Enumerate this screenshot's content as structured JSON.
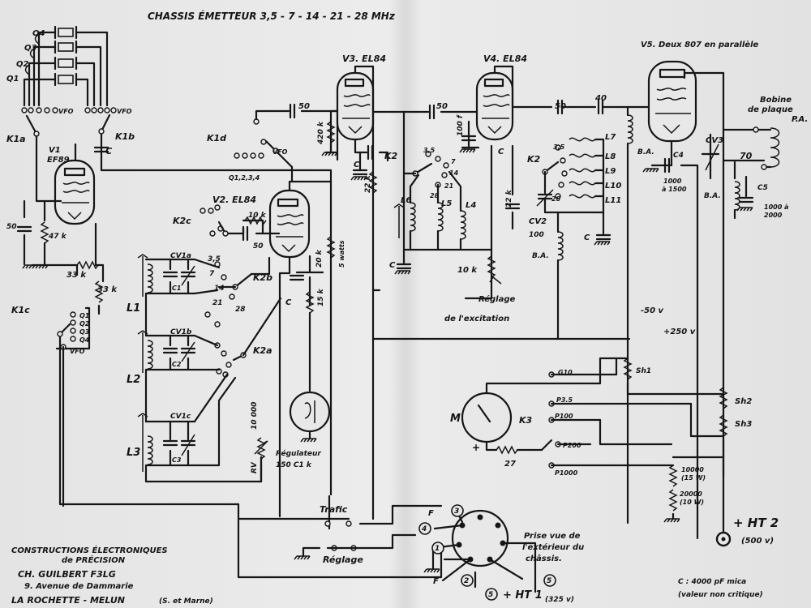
{
  "title": "CHASSIS ÉMETTEUR   3,5 - 7 - 14 - 21 - 28 MHz",
  "v5_caption": "V5. Deux 807 en parallèle",
  "bobine": [
    "Bobine",
    "de plaque",
    "P.A."
  ],
  "tubes": {
    "v1": "V1",
    "v1_type": "EF89",
    "v2": "V2. EL84",
    "v3": "V3. EL84",
    "v4": "V4. EL84"
  },
  "crystals": [
    "Q4",
    "Q3",
    "Q2",
    "Q1"
  ],
  "switches": {
    "k1a": "K1a",
    "k1b": "K1b",
    "k1c": "K1c",
    "k1d": "K1d",
    "k2a": "K2a",
    "k2b": "K2b",
    "k2c": "K2c",
    "k2d": "K2",
    "k2e": "K2",
    "k3": "K3"
  },
  "vfo": "VFO",
  "q_positions": "Q1,2,3,4",
  "q_list": [
    "Q1",
    "Q2",
    "Q3",
    "Q4"
  ],
  "coils": {
    "l1": "L1",
    "l2": "L2",
    "l3": "L3",
    "l4": "L4",
    "l5": "L5",
    "l6": "L6",
    "l7": "L7",
    "l8": "L8",
    "l9": "L9",
    "l10": "L10",
    "l11": "L11"
  },
  "bands": [
    "3,5",
    "7",
    "14",
    "21",
    "28"
  ],
  "variable_caps": {
    "cv1a": "CV1a",
    "cv1b": "CV1b",
    "cv1c": "CV1c",
    "cv2": "CV2",
    "cv2_value": "100",
    "cv3": "CV3",
    "cv3_value": "70"
  },
  "fixed_caps": {
    "c1": "C1",
    "c2": "C2",
    "c3": "C3",
    "c4": "C4",
    "c4_value": [
      "1000",
      "à 1500"
    ],
    "c5": "C5",
    "c5_value": [
      "1000 à",
      "2000"
    ],
    "c": "C",
    "cap_50": "50",
    "cap_100": "100 f",
    "cap_40": "40"
  },
  "resistors": {
    "r_33k": "33 k",
    "r_47k": "47 k",
    "r_10k_grid": "10 k",
    "r_20k": "20 k",
    "r_20k_note": "5 watts",
    "r_420k": "420 k",
    "r_22k": "22 k",
    "r_22k_b": "22 k",
    "r_10k_exc": "10 k",
    "r_15k": "15 k",
    "r_10000": "10 000",
    "rv": "RV",
    "r_27": "27",
    "r_10000_15w": [
      "10000",
      "(15 W)"
    ],
    "r_20000_10w": [
      "20000",
      "(10 W)"
    ]
  },
  "chokes": {
    "ba": "B.A.",
    "sh1": "Sh1",
    "sh2": "Sh2",
    "sh3": "Sh3"
  },
  "reglage_excitation": [
    "Réglage",
    "de l'excitation"
  ],
  "regulateur": [
    "Régulateur",
    "150 C1 k"
  ],
  "meter": {
    "label": "M",
    "plus": "+",
    "minus": "-"
  },
  "meter_positions": [
    "G10",
    "P3.5",
    "P100",
    "P200",
    "P1000"
  ],
  "supplies": {
    "minus50": "-50 v",
    "plus250": "+250 v",
    "ht2": "+ HT 2",
    "ht2_value": "(500 v)",
    "ht1": "+ HT 1",
    "ht1_value": "(325 v)"
  },
  "trafic": "Trafic",
  "reglage": "Réglage",
  "socket": {
    "caption": [
      "Prise vue de",
      "l'extérieur du",
      "châssis."
    ],
    "pins": [
      "1",
      "2",
      "3",
      "4",
      "5"
    ],
    "f": "F"
  },
  "note": [
    "C : 4000 pF mica",
    "(valeur non critique)"
  ],
  "maker": [
    "CONSTRUCTIONS ÉLECTRONIQUES",
    "de PRÉCISION",
    "CH. GUILBERT   F3LG",
    "9. Avenue de Dammarie",
    "LA ROCHETTE - MELUN",
    "(S. et Marne)"
  ]
}
